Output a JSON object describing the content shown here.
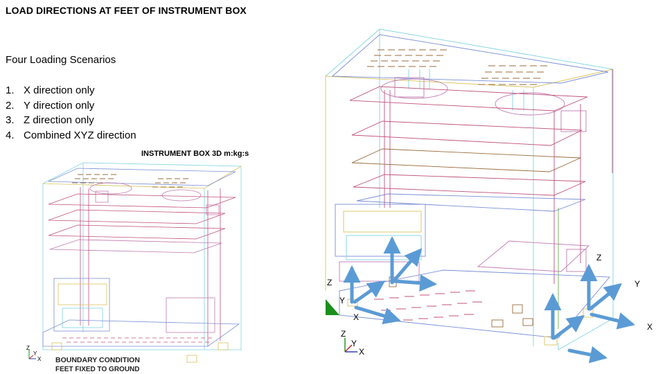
{
  "slide": {
    "title": "LOAD DIRECTIONS AT FEET OF INSTRUMENT BOX",
    "subtitle": "Four Loading Scenarios",
    "scenarios": [
      {
        "num": "1.",
        "text": "X direction only"
      },
      {
        "num": "2.",
        "text": "Y direction only"
      },
      {
        "num": "3.",
        "text": "Z direction only"
      },
      {
        "num": "4.",
        "text": "Combined XYZ direction"
      }
    ]
  },
  "left_figure": {
    "title": "INSTRUMENT BOX 3D m:kg:s",
    "caption_line1": "BOUNDARY CONDITION",
    "caption_line2": "FEET FIXED TO GROUND",
    "triad": {
      "z": "Z",
      "y": "Y",
      "x": "X"
    }
  },
  "right_figure": {
    "triad_a": {
      "z": "Z",
      "y": "Y",
      "x": "X"
    },
    "triad_b": {
      "z": "Z",
      "y": "Y",
      "x": "X"
    },
    "foot_labels": {
      "z": "Z",
      "y": "Y",
      "x": "X"
    }
  },
  "colors": {
    "arrow": "#5b9bd5",
    "wire_cyan": "#7fd3e0",
    "wire_magenta": "#c0507a",
    "wire_yellow": "#d9c25a",
    "wire_brown": "#9b6a3a",
    "wire_green": "#6ab04c",
    "wire_blue": "#7a8fd6",
    "axis_green": "#1a8f1a"
  }
}
